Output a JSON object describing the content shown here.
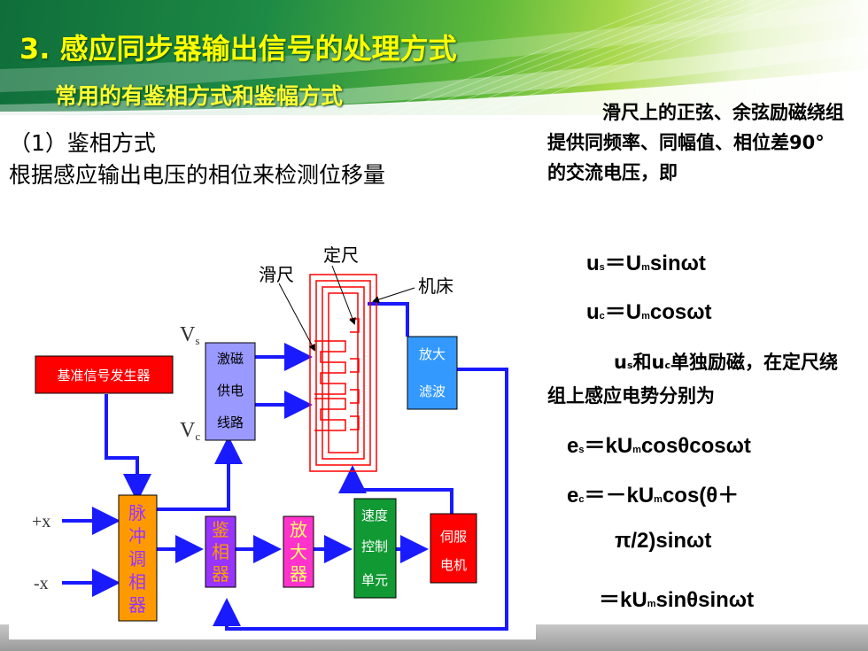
{
  "slide": {
    "title": "3. 感应同步器输出信号的处理方式",
    "subtitle": "常用的有鉴相方式和鉴幅方式",
    "method": "（1）鉴相方式",
    "desc": "根据感应输出电压的相位来检测位移量"
  },
  "right": {
    "para1": "滑尺上的正弦、余弦励磁绕组提供同频率、同幅值、相位差90° 的交流电压，即",
    "eq1_a": "u",
    "eq1_s": "s",
    "eq1_b": "＝U",
    "eq1_m": "m",
    "eq1_c": "sinωt",
    "eq2_a": "u",
    "eq2_s": "c",
    "eq2_b": "＝U",
    "eq2_m": "m",
    "eq2_c": "cosωt",
    "para2_a": "u",
    "para2_s1": "s",
    "para2_b": "和u",
    "para2_s2": "c",
    "para2_c": "单独励磁，在定尺绕组上感应电势分别为",
    "eq3_a": "e",
    "eq3_s": "s",
    "eq3_b": "＝kU",
    "eq3_m": "m",
    "eq3_c": "cosθcosωt",
    "eq4_a": "e",
    "eq4_s": "c",
    "eq4_b": "＝－kU",
    "eq4_m": "m",
    "eq4_c": "cos(θ＋",
    "eq5": "π/2)sinωt",
    "eq6_a": "＝kU",
    "eq6_m": "m",
    "eq6_c": "sinθsinωt"
  },
  "diagram": {
    "label_dingchi": "定尺",
    "label_huachi": "滑尺",
    "label_jichuang": "机床",
    "label_vs": "V",
    "label_vs_sub": "s",
    "label_vc": "V",
    "label_vc_sub": "c",
    "label_plus_x": "+x",
    "label_minus_x": "-x",
    "box_ref": "基准信号发生器",
    "box_excite": [
      "激磁",
      "供电",
      "线路"
    ],
    "box_amp_filter": [
      "放大",
      "滤波"
    ],
    "box_pulse": [
      "脉",
      "冲",
      "调",
      "相",
      "器"
    ],
    "box_phase": [
      "鉴",
      "相",
      "器"
    ],
    "box_amp": [
      "放",
      "大",
      "器"
    ],
    "box_speed": [
      "速度",
      "控制",
      "单元"
    ],
    "box_servo": [
      "伺服",
      "电机"
    ],
    "colors": {
      "ref": "#ff0000",
      "excite": "#9999ff",
      "amp_filter": "#3399ff",
      "pulse": "#ff9900",
      "phase": "#9933ff",
      "amp": "#ff33cc",
      "speed": "#119933",
      "servo": "#ff0000",
      "arrow": "#1a1aff",
      "coil": "#ff0000"
    }
  }
}
